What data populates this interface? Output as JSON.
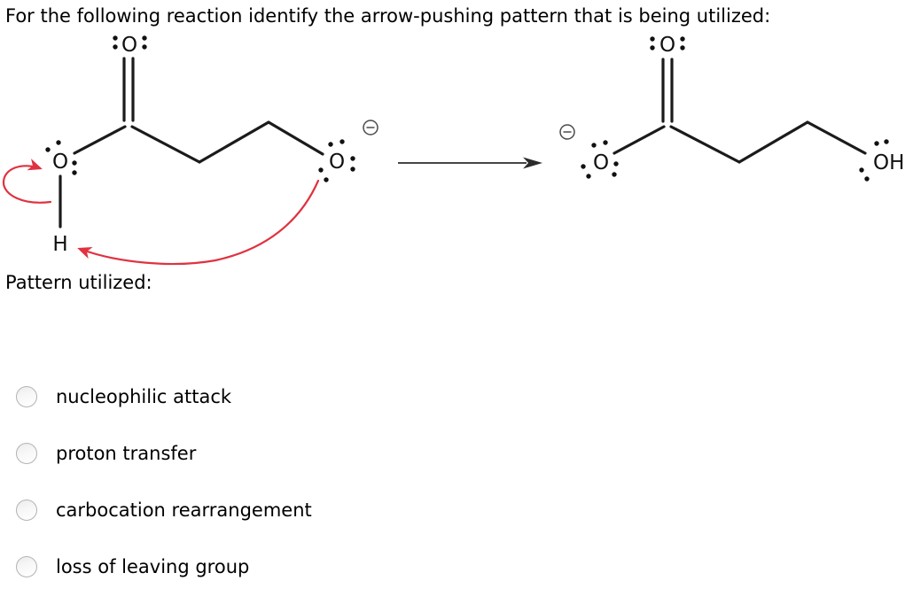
{
  "title": "For the following reaction identify the arrow-pushing pattern that is being utilized:",
  "pattern_label": "Pattern utilized:",
  "colors": {
    "bond_black": "#1b1b1b",
    "curved_arrow_red": "#e03240",
    "charge_gray": "#4a4a4a",
    "radio_border": "#b3b3b3"
  },
  "reaction": {
    "reactant": {
      "atoms": {
        "carbonyl_o": "O",
        "acid_o": "O",
        "acid_h": "H",
        "alkoxide_o": "O"
      },
      "negative_charge_icon": "circled-minus",
      "curved_arrows": [
        "o-h-bond-to-oxygen",
        "alkoxide-lone-pair-to-hydrogen"
      ]
    },
    "arrow_icon": "right-arrow",
    "product": {
      "atoms": {
        "carbonyl_o": "O",
        "carboxylate_o": "O",
        "hydroxyl": "OH"
      },
      "negative_charge_icon": "circled-minus"
    }
  },
  "options": [
    {
      "label": "nucleophilic attack",
      "selected": false
    },
    {
      "label": "proton transfer",
      "selected": false
    },
    {
      "label": "carbocation rearrangement",
      "selected": false
    },
    {
      "label": "loss of leaving group",
      "selected": false
    }
  ]
}
